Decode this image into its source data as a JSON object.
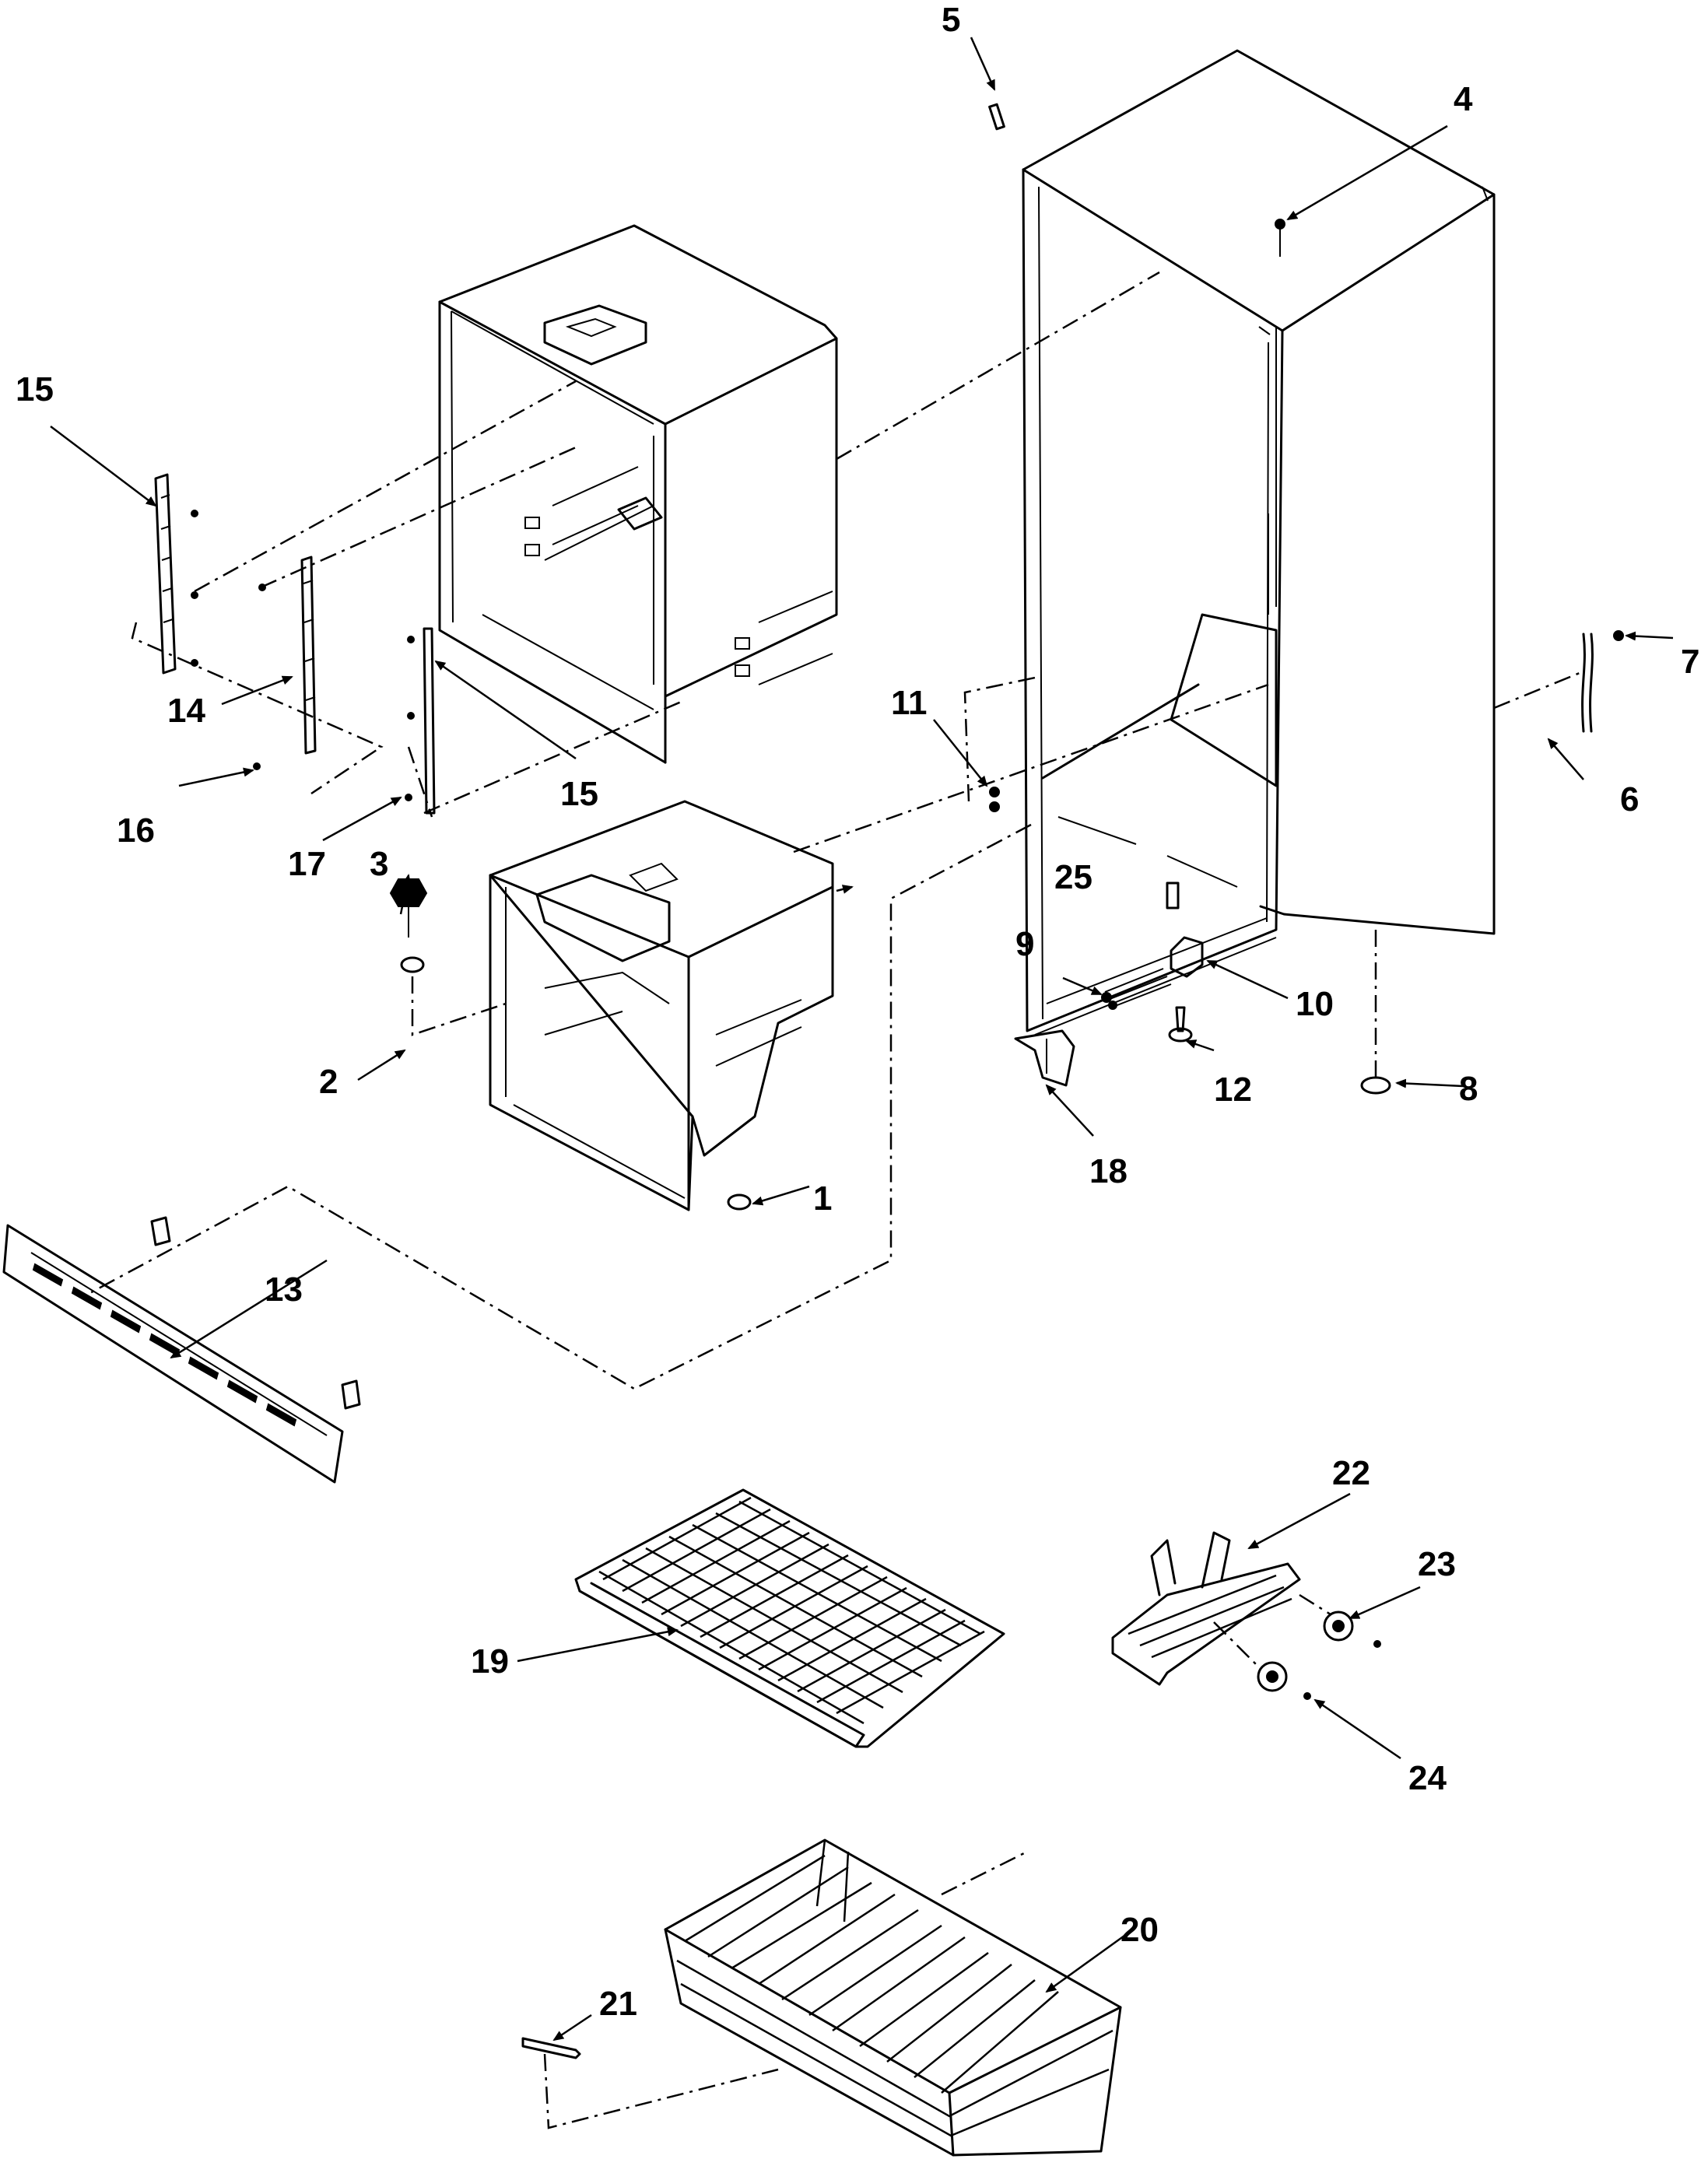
{
  "callouts": [
    {
      "id": "1",
      "text": "1"
    },
    {
      "id": "2",
      "text": "2"
    },
    {
      "id": "3",
      "text": "3"
    },
    {
      "id": "4",
      "text": "4"
    },
    {
      "id": "5",
      "text": "5"
    },
    {
      "id": "6",
      "text": "6"
    },
    {
      "id": "7",
      "text": "7"
    },
    {
      "id": "8",
      "text": "8"
    },
    {
      "id": "9",
      "text": "9"
    },
    {
      "id": "10",
      "text": "10"
    },
    {
      "id": "11",
      "text": "11"
    },
    {
      "id": "12",
      "text": "12"
    },
    {
      "id": "13",
      "text": "13"
    },
    {
      "id": "14",
      "text": "14"
    },
    {
      "id": "15a",
      "text": "15"
    },
    {
      "id": "15b",
      "text": "15"
    },
    {
      "id": "16",
      "text": "16"
    },
    {
      "id": "17",
      "text": "17"
    },
    {
      "id": "18",
      "text": "18"
    },
    {
      "id": "19",
      "text": "19"
    },
    {
      "id": "20",
      "text": "20"
    },
    {
      "id": "21",
      "text": "21"
    },
    {
      "id": "22",
      "text": "22"
    },
    {
      "id": "23",
      "text": "23"
    },
    {
      "id": "24",
      "text": "24"
    },
    {
      "id": "25",
      "text": "25"
    }
  ]
}
